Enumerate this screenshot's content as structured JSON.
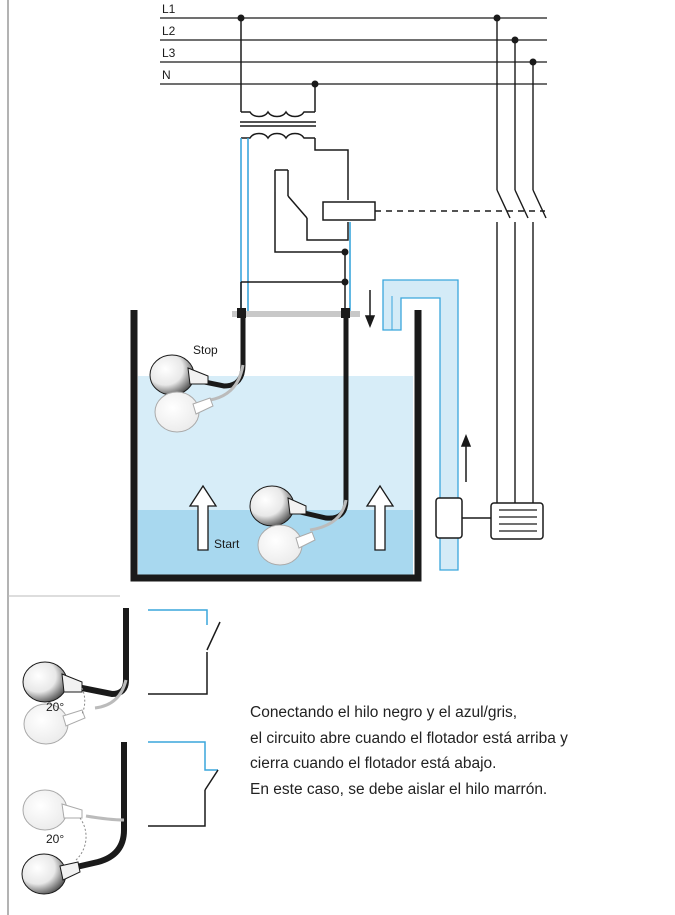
{
  "lines": {
    "l1": "L1",
    "l2": "L2",
    "l3": "L3",
    "n": "N"
  },
  "labels": {
    "stop": "Stop",
    "start": "Start",
    "angle_top": "20°",
    "angle_bottom": "20°"
  },
  "caption": [
    "Conectando el hilo negro y el azul/gris,",
    "el circuito abre cuando el flotador está arriba y",
    "cierra cuando el flotador está abajo.",
    "En este caso, se debe aislar el hilo marrón."
  ],
  "colors": {
    "wire_blue": "#3aa6dc",
    "water_light": "#d7edf8",
    "water_dark": "#a8d8ef",
    "pipe": "#d4ebf7",
    "cable": "#1a1a1a"
  }
}
